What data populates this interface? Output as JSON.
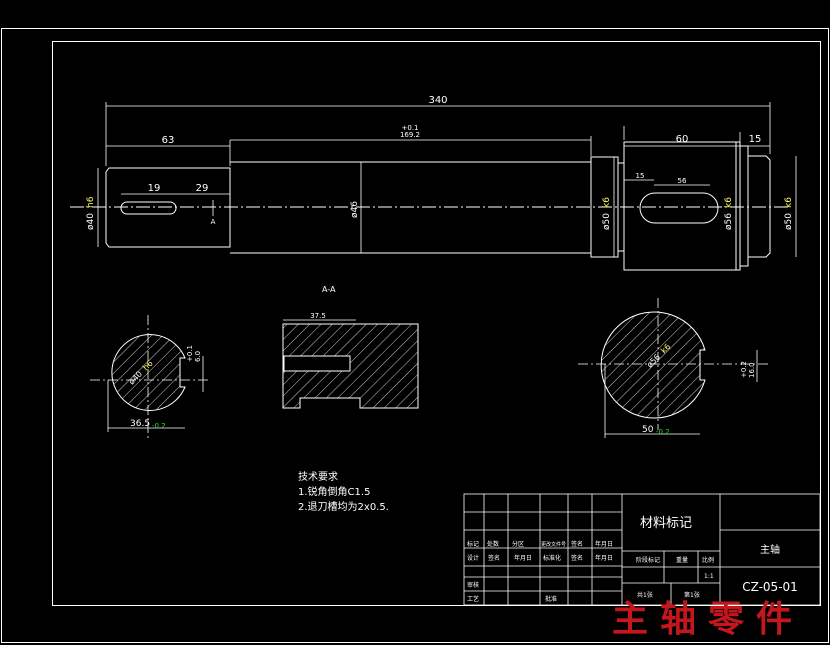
{
  "dimensions": {
    "overall_length": "340",
    "left_journal_length": "63",
    "middle_length_tol": "+0.1",
    "middle_length": "169.2",
    "right_journal_length": "60",
    "right_end_length": "15",
    "keyway_left_offset": "19",
    "keyway_left_length": "29",
    "keyway_right_offset": "15",
    "keyway_right_length": "56",
    "dia_left_prefix": "ø40",
    "dia_left_fit": "h6",
    "dia_mid": "ø46",
    "dia_50_left_prefix": "ø50",
    "dia_50_left_fit": "k6",
    "dia_56_prefix": "ø56",
    "dia_56_fit": "k6",
    "dia_50_right_prefix": "ø50",
    "dia_50_right_fit": "k6",
    "section_mark": "A",
    "section_label": "A-A",
    "section_keyway_width": "37.5",
    "left_sec_dia": "ø40",
    "left_sec_fit": "h6",
    "left_sec_depth_tol": "+0.1",
    "left_sec_depth": "6.0",
    "left_sec_bottom_prefix": "36.5",
    "left_sec_bottom_suffix": "-0.2",
    "right_sec_dia": "ø56",
    "right_sec_fit": "k6",
    "right_sec_depth_tol": "+0.2",
    "right_sec_depth": "16.0",
    "right_sec_bottom_prefix": "50",
    "right_sec_bottom_suffix": "-0.2"
  },
  "notes": {
    "title": "技术要求",
    "line1": "1.锐角倒角C1.5",
    "line2": "2.退刀槽均为2x0.5."
  },
  "title_block": {
    "material": "材料标记",
    "part_name": "主轴",
    "drawing_no": "CZ-05-01",
    "row_labels": [
      "标记",
      "处数",
      "分区",
      "更改文件号",
      "签名",
      "年月日"
    ],
    "design_row": [
      "设计",
      "签名",
      "年月日",
      "标准化",
      "签名",
      "年月日"
    ],
    "stage_label": "阶段标记",
    "weight_label": "重量",
    "scale_label": "比例",
    "scale_value": "1:1",
    "review": "审核",
    "process": "工艺",
    "approve": "批准",
    "sheets_total": "共1张",
    "sheet_no": "第1张"
  },
  "watermark": "主轴零件"
}
